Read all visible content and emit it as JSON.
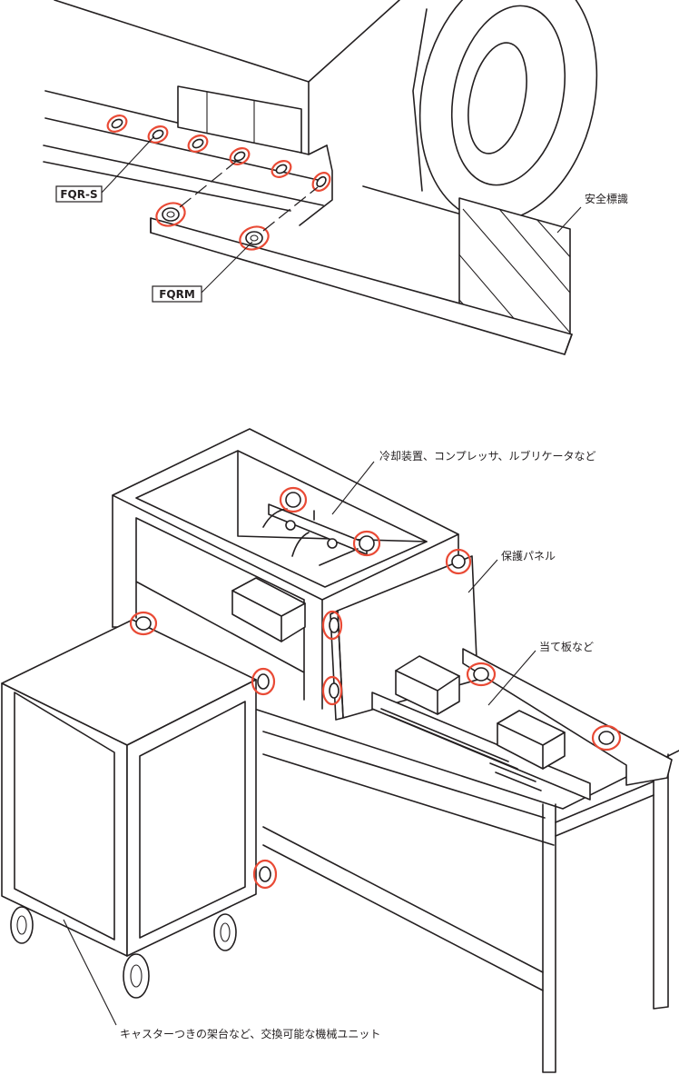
{
  "labels": {
    "fqr_s": "FQR-S",
    "fqrm": "FQRM",
    "safety_sign": "安全標識",
    "cooling": "冷却装置、コンプレッサ、ルブリケータなど",
    "protect_panel": "保護パネル",
    "contact_plate": "当て板など",
    "caster_unit": "キャスターつきの架台など、交換可能な機械ユニット"
  },
  "colors": {
    "line": "#231f20",
    "highlight_ring": "#e94a35",
    "background": "#ffffff"
  }
}
